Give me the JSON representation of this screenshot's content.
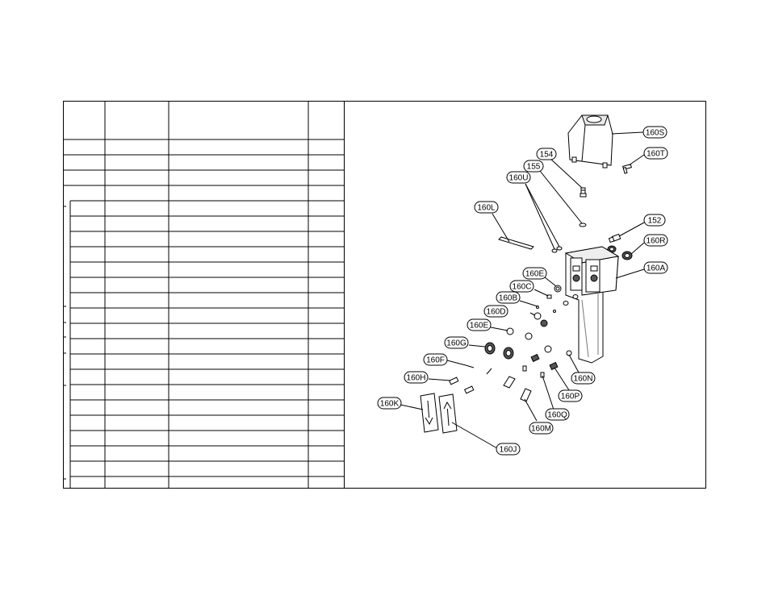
{
  "colors": {
    "line": "#000000",
    "background": "#ffffff",
    "part_fill": "#ffffff",
    "part_shade": "#cfcfcf"
  },
  "table": {
    "header": [
      "",
      "",
      "",
      ""
    ],
    "rows": [
      [
        "",
        "",
        "",
        ""
      ],
      [
        "",
        "",
        "",
        ""
      ],
      [
        "",
        "",
        "",
        ""
      ],
      [
        "",
        "",
        "",
        ""
      ],
      [
        "",
        "",
        "",
        ""
      ],
      [
        "",
        "",
        "",
        ""
      ],
      [
        "",
        "",
        "",
        ""
      ],
      [
        "",
        "",
        "",
        ""
      ],
      [
        "",
        "",
        "",
        ""
      ],
      [
        "",
        "",
        "",
        ""
      ],
      [
        "",
        "",
        "",
        ""
      ],
      [
        "",
        "",
        "",
        ""
      ],
      [
        "",
        "",
        "",
        ""
      ],
      [
        "",
        "",
        "",
        ""
      ],
      [
        "",
        "",
        "",
        ""
      ],
      [
        "",
        "",
        "",
        ""
      ],
      [
        "",
        "",
        "",
        ""
      ],
      [
        "",
        "",
        "",
        ""
      ],
      [
        "",
        "",
        "",
        ""
      ],
      [
        "",
        "",
        "",
        ""
      ],
      [
        "",
        "",
        "",
        ""
      ],
      [
        "",
        "",
        "",
        ""
      ],
      [
        "",
        "",
        "",
        ""
      ]
    ]
  },
  "callouts": {
    "c160S": "160S",
    "c160T": "160T",
    "c154": "154",
    "c155": "155",
    "c160U": "160U",
    "c160L": "160L",
    "c152": "152",
    "c160R": "160R",
    "c160A": "160A",
    "c160E_top": "160E",
    "c160C": "160C",
    "c160B": "160B",
    "c160D": "160D",
    "c160E_bottom": "160E",
    "c160G": "160G",
    "c160F": "160F",
    "c160H": "160H",
    "c160K": "160K",
    "c160J": "160J",
    "c160M": "160M",
    "c160Q": "160Q",
    "c160P": "160P",
    "c160N": "160N"
  }
}
